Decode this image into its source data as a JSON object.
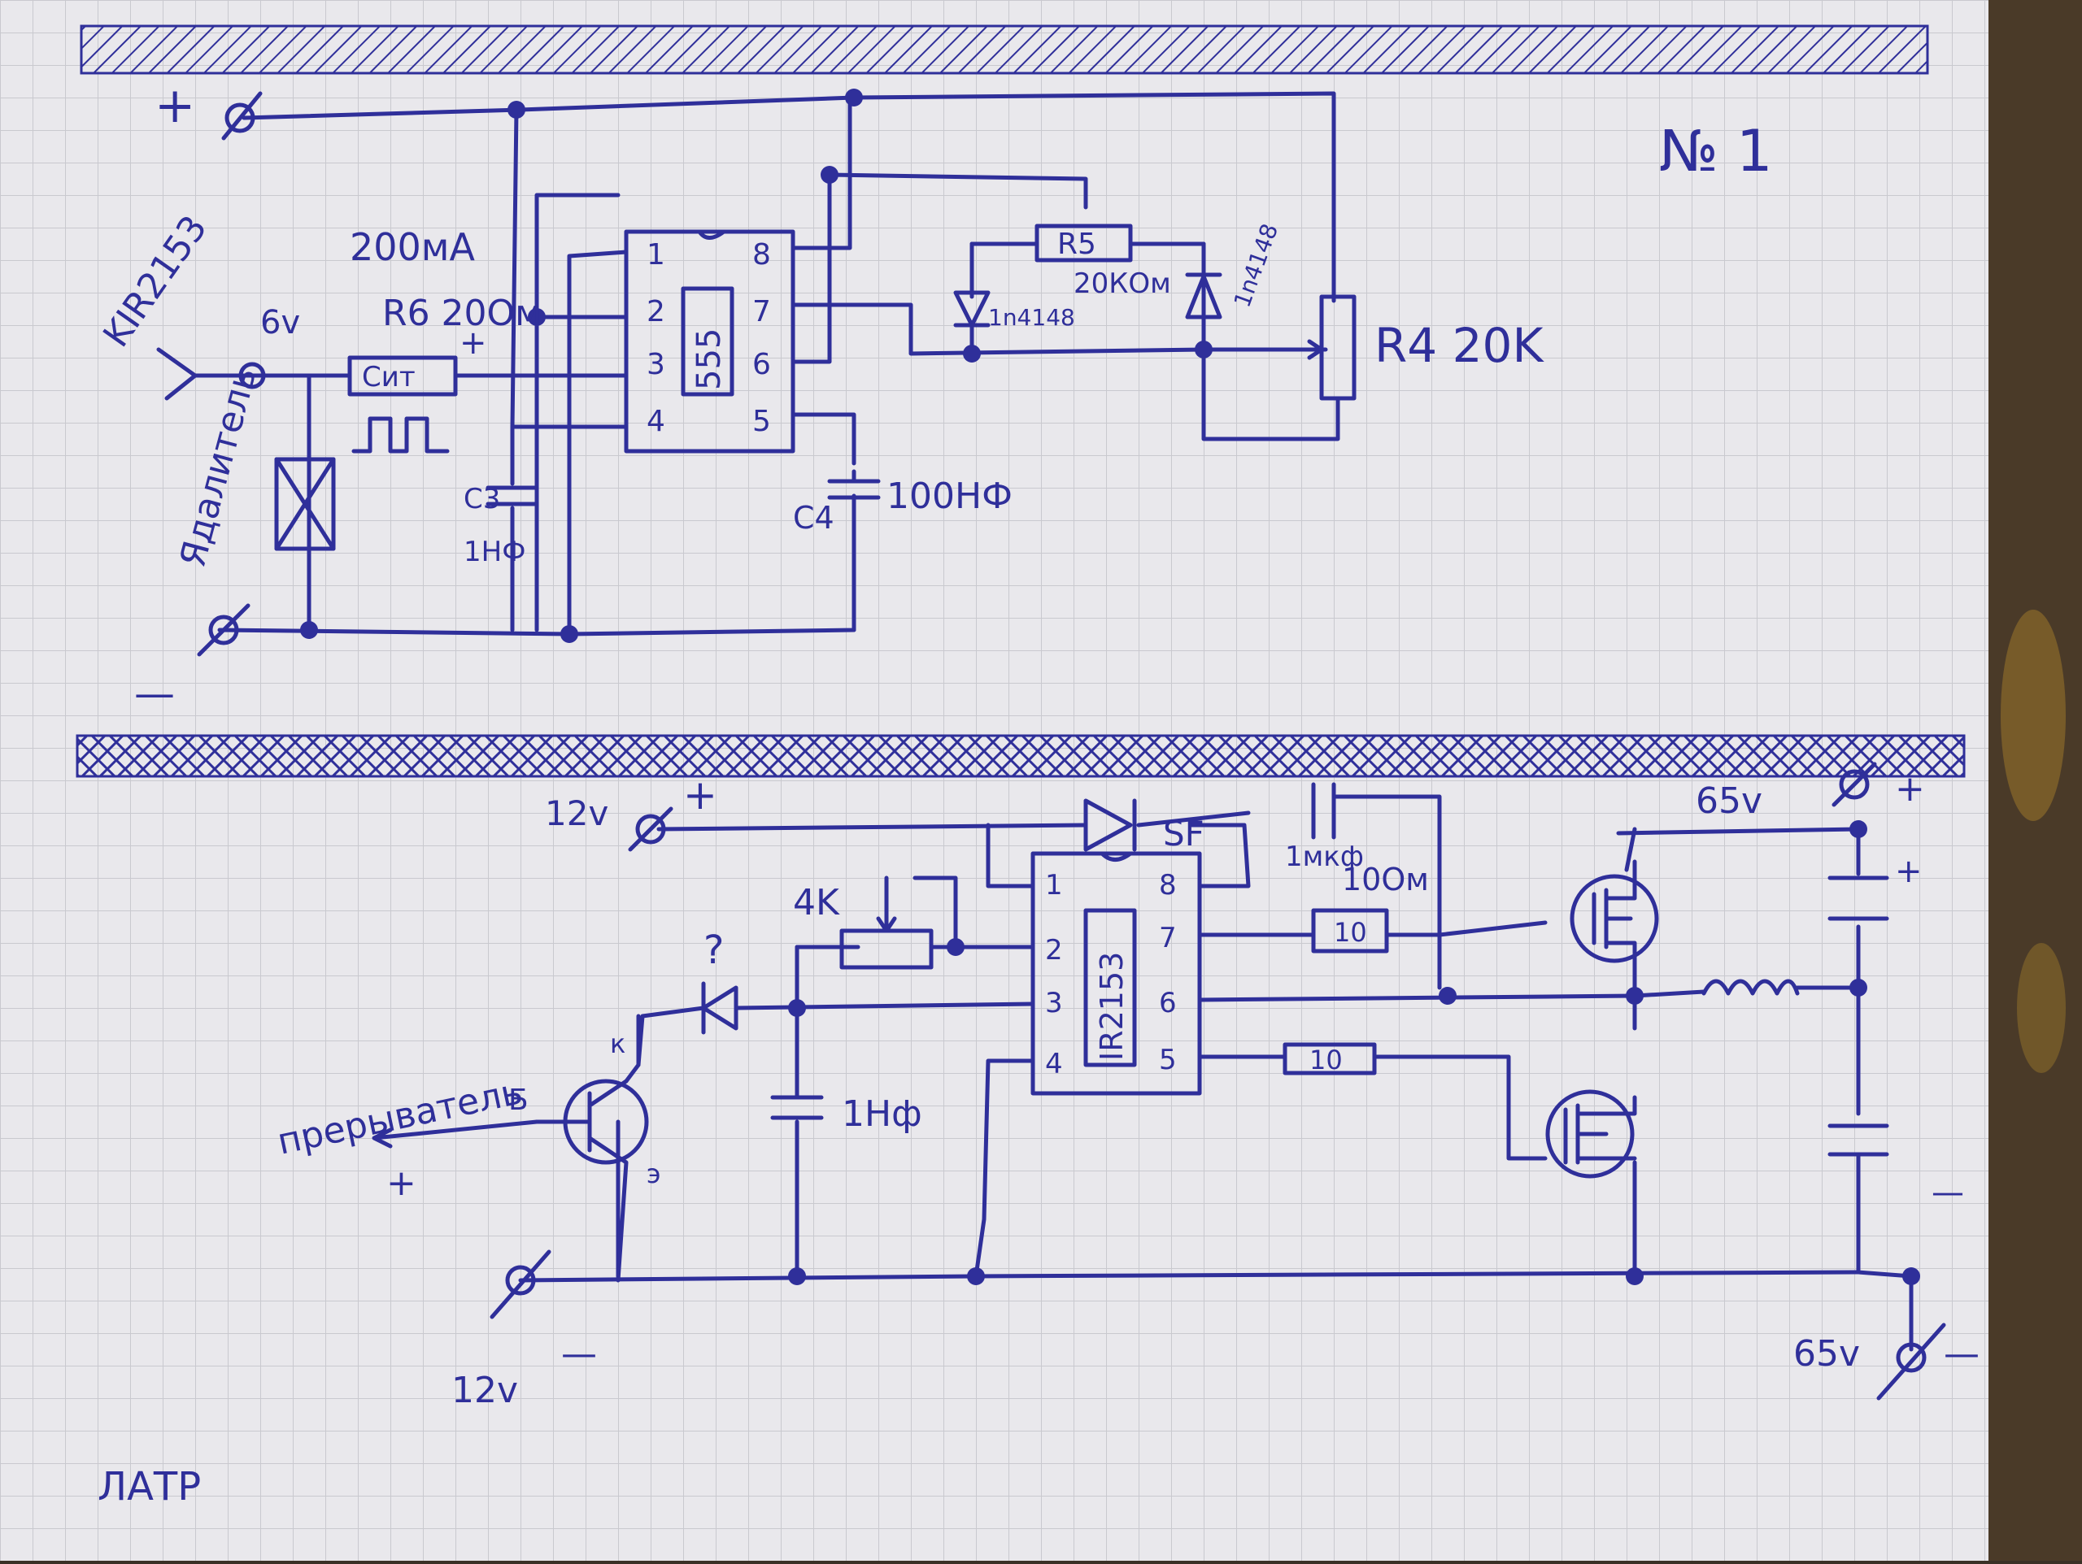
{
  "page": {
    "number": "№ 1",
    "footer": "ЛАТР"
  },
  "top_circuit": {
    "driver_label": "KIR2153",
    "supply_plus": "+",
    "supply_minus": "—",
    "input_voltage": "6v",
    "current_label": "200мА",
    "resistor_label": "R6 20Ом",
    "shunt_label": "Сит",
    "shunt_plus": "+",
    "breaker_label": "Ядалитель",
    "chip": {
      "name": "555",
      "pins_left": [
        "1",
        "2",
        "3",
        "4"
      ],
      "pins_right": [
        "8",
        "7",
        "6",
        "5"
      ]
    },
    "c3_label": "С3",
    "c3_value": "1НФ",
    "c4_label": "С4",
    "c4_value": "100НФ",
    "r5_label": "R5",
    "r5_value": "20КОм",
    "diode1": "1n4148",
    "diode2": "1n4148",
    "r4_label": "R4 20K"
  },
  "bottom_circuit": {
    "supply12_plus_label": "12v",
    "plus": "+",
    "supply12_minus_label": "12v",
    "minus": "—",
    "chip": {
      "name": "IR2153",
      "pins_left": [
        "1",
        "2",
        "3",
        "4"
      ],
      "pins_right": [
        "8",
        "7",
        "6",
        "5"
      ]
    },
    "sf_label": "SF",
    "cap_boot": "1мкф",
    "r_gate_label": "10Ом",
    "r_gate1": "10",
    "r_gate2": "10",
    "pot_label": "4K",
    "question": "?",
    "cap_timing": "1Нф",
    "interrupter_label": "прерыватель",
    "transistor_b": "Б",
    "transistor_k": "к",
    "transistor_e": "э",
    "interrupter_plus": "+",
    "hv_label_top": "65v",
    "hv_label_bottom": "65v",
    "hv_plus": "+",
    "hv_minus": "—",
    "cap_plus": "+",
    "cap_minus": "—"
  }
}
